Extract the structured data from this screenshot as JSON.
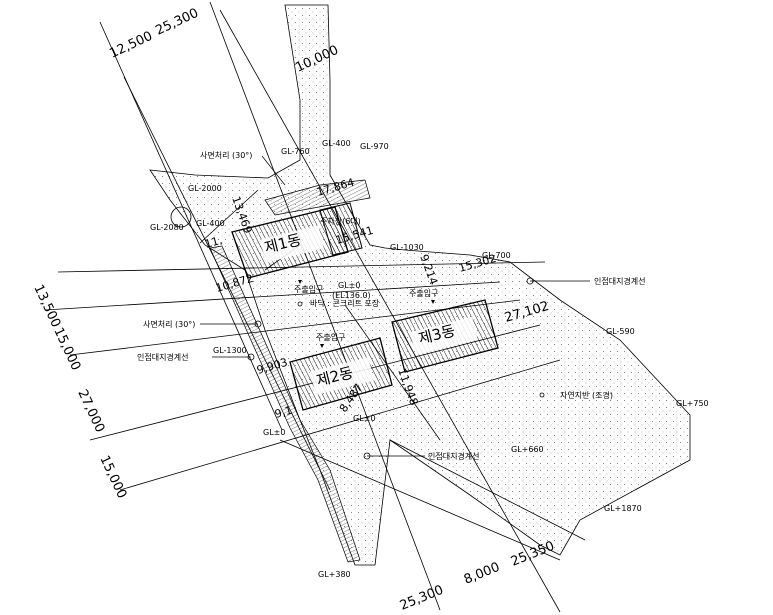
{
  "dimensions": {
    "top_12500": "12,500",
    "top_25300": "25,300",
    "top_10000": "10,000",
    "d17864": "17,864",
    "d13469": "13,469",
    "d15541": "15,541",
    "d11": "11,",
    "d10872": "10,872",
    "d15302": "15,302",
    "d9214": "9,214",
    "d27102": "27,102",
    "left_13500": "13,500",
    "left_15000a": "15,000",
    "left_27000": "27,000",
    "left_15000b": "15,000",
    "d9903": "9,903",
    "d9_1": "9,1",
    "d8487": "8,487",
    "d11948": "11,948",
    "bottom_25300": "25,300",
    "bottom_8000": "8,000",
    "bottom_25350": "25,350"
  },
  "levels": {
    "gl_760": "GL-760",
    "gl_400_top": "GL-400",
    "gl_970": "GL-970",
    "gl_2000": "GL-2000",
    "gl_2080": "GL-2080",
    "gl_400_left": "GL-400",
    "gl_1030": "GL-1030",
    "gl_700": "GL-700",
    "gl_590": "GL-590",
    "gl_1300": "GL-1300",
    "gl_750": "GL+750",
    "gl_660": "GL+660",
    "gl_1870": "GL+1870",
    "gl_0_center": "GL±0",
    "gl_0_left": "GL±0",
    "gl_380": "GL+380",
    "el_main": "GL±0",
    "el_sub": "(EL136.0)"
  },
  "annotations": {
    "slope_top": "사면처리 (30°)",
    "slope_left": "사면처리 (30°)",
    "parking": "주차장(6대)",
    "floor": "바닥 : 콘크리트 포장",
    "entrance_1": "주출입구",
    "entrance_2": "주출입구",
    "entrance_3": "주출입구",
    "boundary_right": "인접대지경계선",
    "boundary_left": "인접대지경계선",
    "boundary_bottom": "인접대지경계선",
    "natural_ground": "자연지반 (조경)"
  },
  "buildings": {
    "b1": "제1동",
    "b2": "제2동",
    "b3": "제3동"
  }
}
